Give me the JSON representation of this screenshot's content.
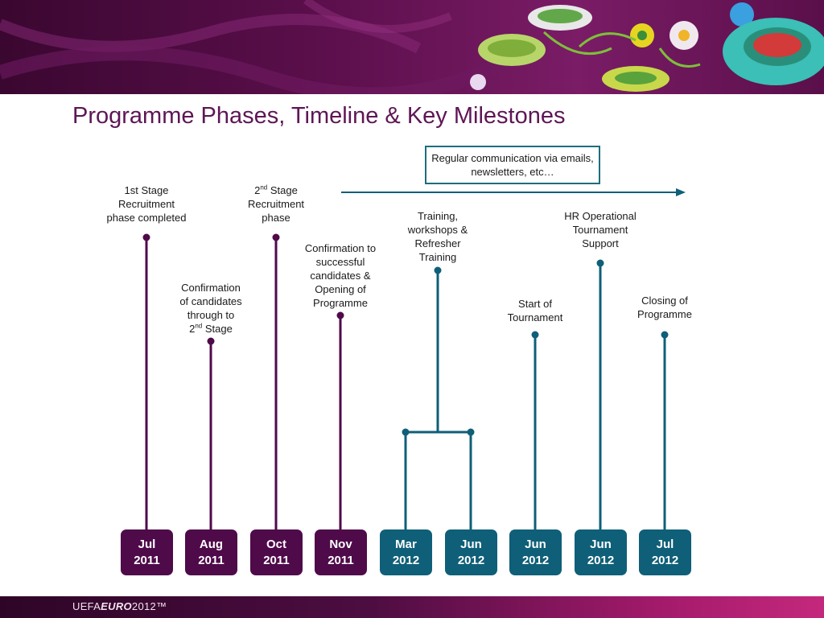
{
  "title": "Programme Phases, Timeline & Key Milestones",
  "communication_note": "Regular communication via emails, newsletters, etc…",
  "footer_logo": {
    "prefix": "UEFA",
    "bold": "EURO",
    "suffix": "2012™"
  },
  "colors": {
    "purple": "#4f0a4a",
    "teal": "#0f5f78",
    "title": "#5e1655"
  },
  "milestones": [
    {
      "month": "Jul",
      "year": "2011",
      "color": "purple",
      "label": "1st Stage\nRecruitment\nphase completed"
    },
    {
      "month": "Aug",
      "year": "2011",
      "color": "purple",
      "label": "Confirmation\nof candidates\nthrough to\n2nd Stage"
    },
    {
      "month": "Oct",
      "year": "2011",
      "color": "purple",
      "label": "2nd Stage\nRecruitment\nphase"
    },
    {
      "month": "Nov",
      "year": "2011",
      "color": "purple",
      "label": "Confirmation to\nsuccessful\ncandidates &\nOpening of\nProgramme"
    },
    {
      "month": "Mar",
      "year": "2012",
      "color": "teal",
      "label": "Training,\nworkshops &\nRefresher\nTraining",
      "group": "training"
    },
    {
      "month": "Jun",
      "year": "2012",
      "color": "teal",
      "label": "",
      "group": "training"
    },
    {
      "month": "Jun",
      "year": "2012",
      "color": "teal",
      "label": "Start of\nTournament"
    },
    {
      "month": "Jun",
      "year": "2012",
      "color": "teal",
      "label": "HR Operational\nTournament\nSupport"
    },
    {
      "month": "Jul",
      "year": "2012",
      "color": "teal",
      "label": "Closing of\nProgramme"
    }
  ]
}
